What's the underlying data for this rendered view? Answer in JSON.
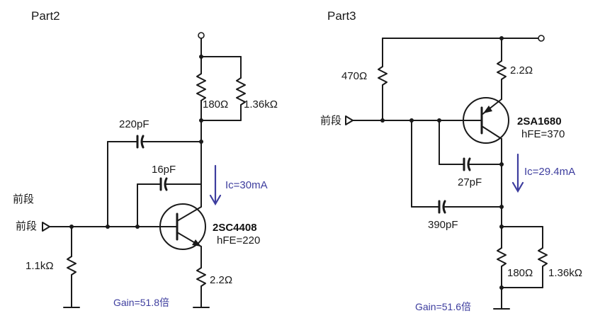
{
  "part2": {
    "title": "Part2",
    "r_supply_a": "180Ω",
    "r_supply_b": "1.36kΩ",
    "c_feedback": "220pF",
    "c_base_collector": "16pF",
    "current": "Ic=30mA",
    "input_label_top": "前段",
    "input_label": "前段",
    "transistor": "2SC4408",
    "hfe": "hFE=220",
    "r_input": "1.1kΩ",
    "r_emitter": "2.2Ω",
    "gain": "Gain=51.8倍"
  },
  "part3": {
    "title": "Part3",
    "r_bias": "470Ω",
    "r_emitter": "2.2Ω",
    "input_label": "前段",
    "transistor": "2SA1680",
    "hfe": "hFE=370",
    "c_base_collector": "27pF",
    "current": "Ic=29.4mA",
    "c_feedback": "390pF",
    "r_load_a": "180Ω",
    "r_load_b": "1.36kΩ",
    "gain": "Gain=51.6倍"
  },
  "colors": {
    "ink": "#1a1a1a",
    "annotation": "#3d3d9e",
    "background": "#ffffff"
  }
}
